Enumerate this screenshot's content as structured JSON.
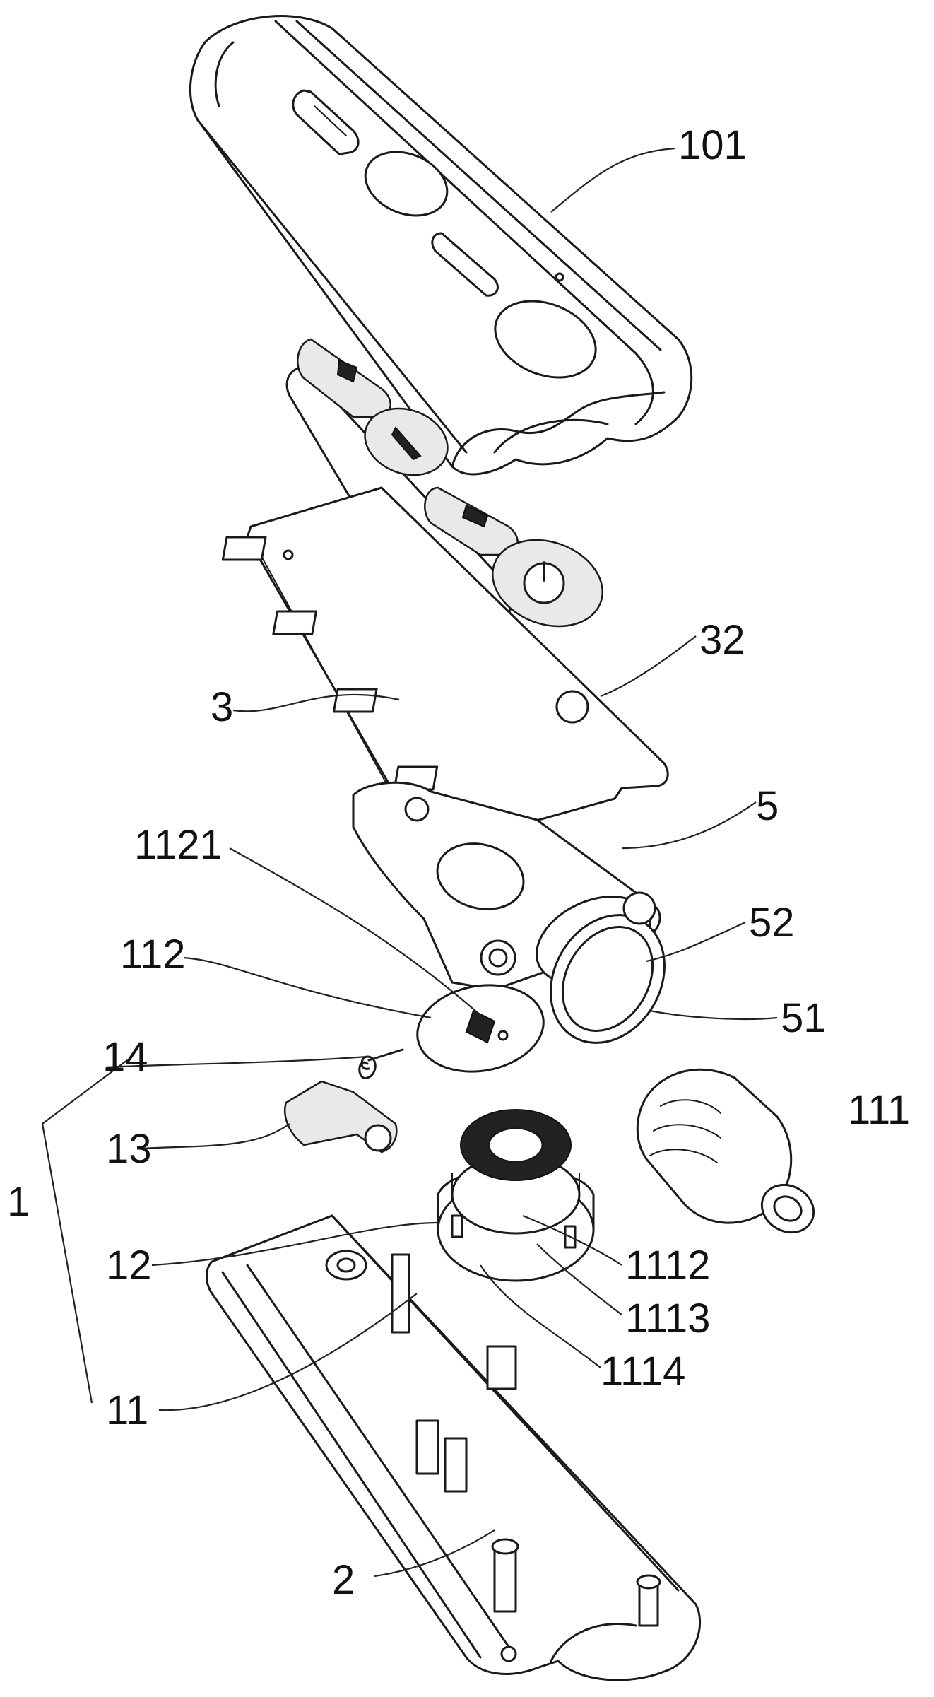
{
  "figure": {
    "labels": {
      "l101": "101",
      "l32": "32",
      "l3": "3",
      "l5": "5",
      "l1121": "1121",
      "l52": "52",
      "l112": "112",
      "l51": "51",
      "l14": "14",
      "l111": "111",
      "l13": "13",
      "l1": "1",
      "l12": "12",
      "l1112": "1112",
      "l1113": "1113",
      "l1114": "1114",
      "l11": "11",
      "l2": "2"
    }
  }
}
